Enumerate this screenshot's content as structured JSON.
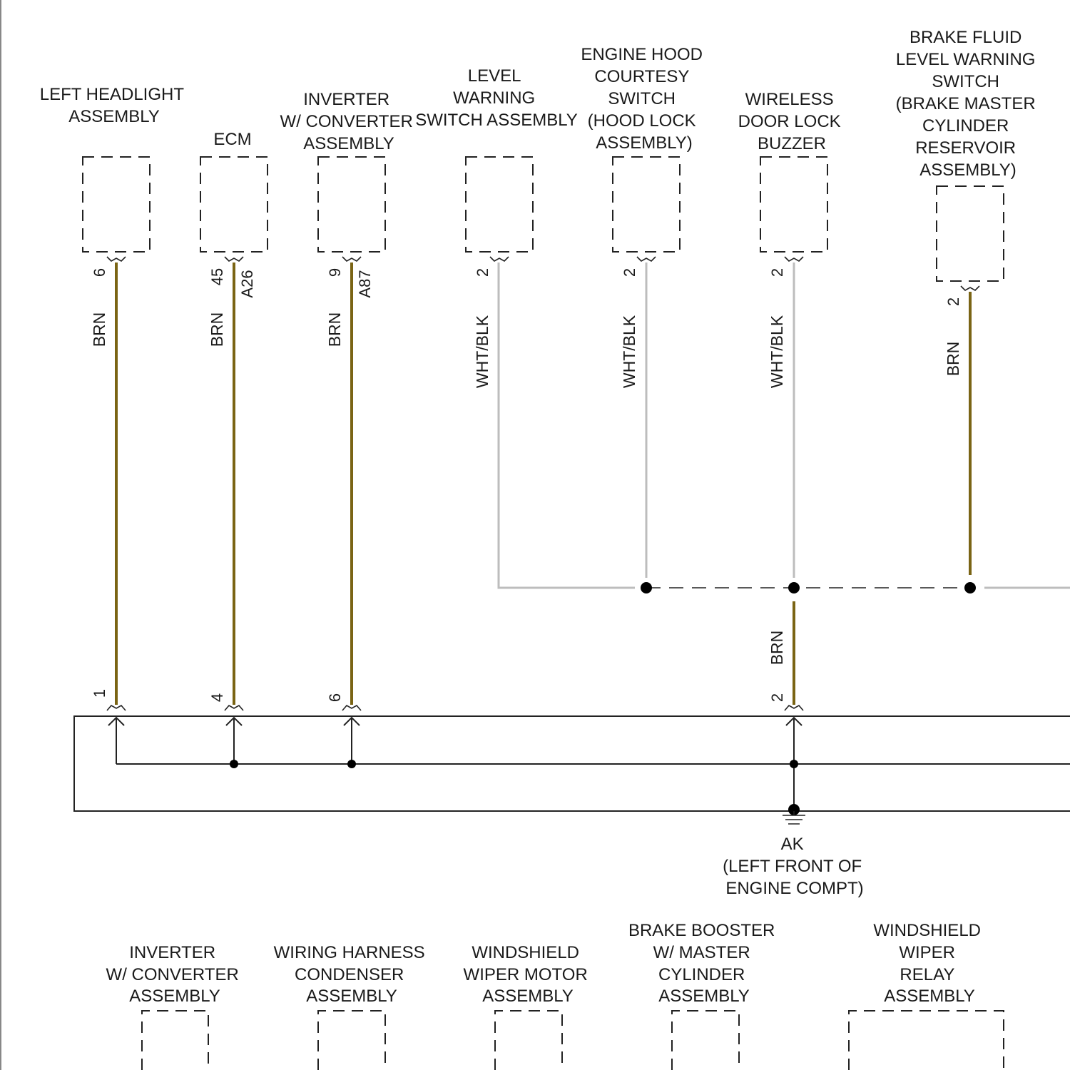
{
  "colors": {
    "brn_wire": "#7a6414",
    "wht_blk_wire": "#bdbdbd",
    "line": "#222222",
    "background": "#ffffff"
  },
  "components": [
    {
      "id": "left-headlight",
      "lines": [
        "LEFT HEADLIGHT",
        "ASSEMBLY"
      ],
      "pin_top": "6"
    },
    {
      "id": "ecm",
      "lines": [
        "ECM"
      ],
      "pin_top": "45",
      "pin_top_conn": "A26"
    },
    {
      "id": "inverter-top",
      "lines": [
        "INVERTER",
        "W/ CONVERTER",
        "ASSEMBLY"
      ],
      "pin_top": "9",
      "pin_top_conn": "A87"
    },
    {
      "id": "level-warning-switch",
      "lines": [
        "LEVEL",
        "WARNING",
        "SWITCH ASSEMBLY"
      ],
      "pin_top": "2"
    },
    {
      "id": "engine-hood-courtesy-switch",
      "lines": [
        "ENGINE HOOD",
        "COURTESY",
        "SWITCH",
        "(HOOD LOCK",
        "ASSEMBLY)"
      ],
      "pin_top": "2"
    },
    {
      "id": "wireless-door-lock-buzzer",
      "lines": [
        "WIRELESS",
        "DOOR LOCK",
        "BUZZER"
      ],
      "pin_top": "2"
    },
    {
      "id": "brake-fluid-level-warning-switch",
      "lines": [
        "BRAKE FLUID",
        "LEVEL WARNING",
        "SWITCH",
        "(BRAKE MASTER",
        "CYLINDER",
        "RESERVOIR",
        "ASSEMBLY)"
      ],
      "pin_top": "2"
    }
  ],
  "wire_labels": {
    "brn": "BRN",
    "wht_blk": "WHT/BLK"
  },
  "bottom_pins": [
    "1",
    "4",
    "6",
    "2"
  ],
  "ground": {
    "lines": [
      "AK",
      "(LEFT FRONT OF",
      "ENGINE COMPT)"
    ]
  },
  "bottom_components": [
    {
      "id": "inverter-bottom",
      "lines": [
        "INVERTER",
        "W/ CONVERTER",
        "ASSEMBLY"
      ]
    },
    {
      "id": "wiring-harness-condenser",
      "lines": [
        "WIRING HARNESS",
        "CONDENSER",
        "ASSEMBLY"
      ]
    },
    {
      "id": "windshield-wiper-motor",
      "lines": [
        "WINDSHIELD",
        "WIPER MOTOR",
        "ASSEMBLY"
      ]
    },
    {
      "id": "brake-booster",
      "lines": [
        "BRAKE BOOSTER",
        "W/ MASTER",
        "CYLINDER",
        "ASSEMBLY"
      ]
    },
    {
      "id": "windshield-wiper-relay",
      "lines": [
        "WINDSHIELD",
        "WIPER",
        "RELAY",
        "ASSEMBLY"
      ]
    }
  ]
}
